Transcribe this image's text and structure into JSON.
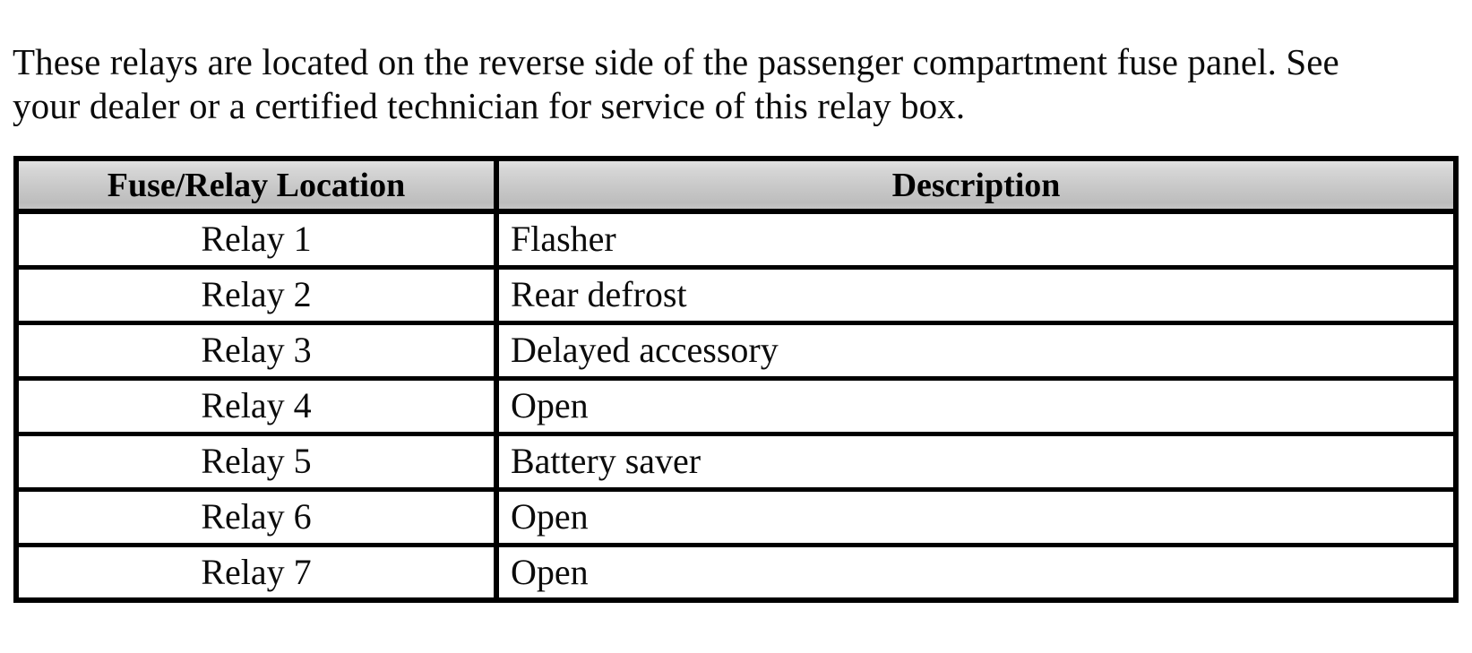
{
  "intro": {
    "paragraph": "These relays are located on the reverse side of the passenger compartment fuse panel. See your dealer or a certified technician for service of this relay box."
  },
  "table": {
    "headers": {
      "location": "Fuse/Relay Location",
      "description": "Description"
    },
    "rows": [
      {
        "location": "Relay 1",
        "description": "Flasher"
      },
      {
        "location": "Relay 2",
        "description": "Rear defrost"
      },
      {
        "location": "Relay 3",
        "description": "Delayed accessory"
      },
      {
        "location": "Relay 4",
        "description": "Open"
      },
      {
        "location": "Relay 5",
        "description": "Battery saver"
      },
      {
        "location": "Relay 6",
        "description": "Open"
      },
      {
        "location": "Relay 7",
        "description": "Open"
      }
    ]
  },
  "colors": {
    "page_background": "#ffffff",
    "text": "#0b0b0b",
    "border": "#000000",
    "header_gradient_top": "#e2e2e2",
    "header_gradient_bottom": "#bdbdbd"
  }
}
